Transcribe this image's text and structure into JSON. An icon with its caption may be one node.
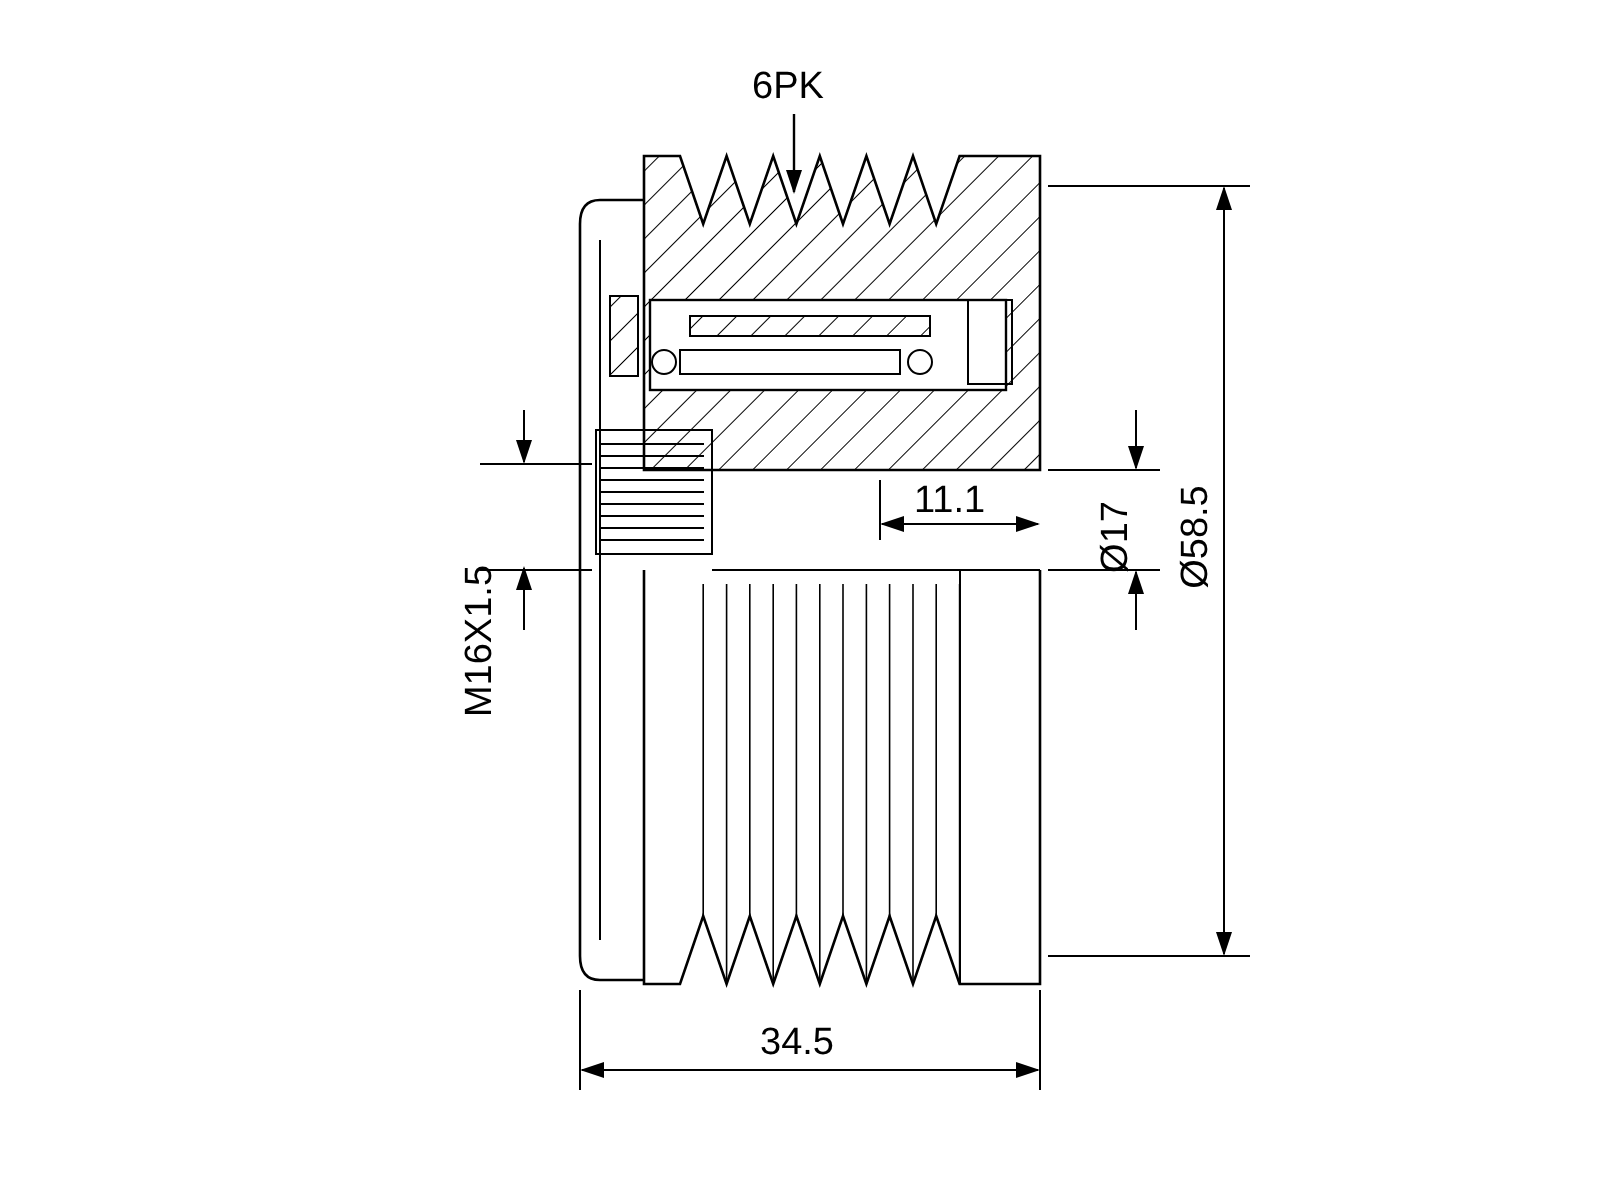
{
  "diagram": {
    "nodes": [
      {
        "text": [
          "6PK"
        ]
      },
      {
        "text": [],
        "shape": "picture"
      }
    ],
    "edges": [
      {
        "from": 0,
        "to": 1,
        "arrow": "to"
      }
    ],
    "labels": [
      "11.1",
      "Ø17",
      "Ø58.5",
      "M16X1.5",
      "34.5"
    ]
  }
}
